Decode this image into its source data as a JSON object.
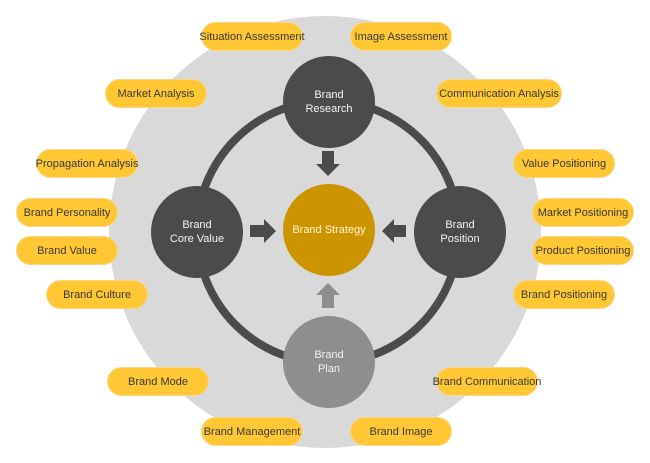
{
  "colors": {
    "background_circle": "#D9D9D9",
    "ring": "#4B4B4B",
    "dark_node": "#4B4B4B",
    "light_node": "#8E8E8E",
    "center_node": "#CC9500",
    "pill": "#FFC734",
    "arrow_dark": "#4B4B4B",
    "arrow_light": "#8E8E8E"
  },
  "center": {
    "label": "Brand Strategy",
    "icon": "circle"
  },
  "nodes": {
    "top": {
      "label": "Brand\nResearch"
    },
    "left": {
      "label": "Brand\nCore Value"
    },
    "right": {
      "label": "Brand\nPosition"
    },
    "bottom": {
      "label": "Brand\nPlan"
    }
  },
  "arrows": [
    "down-arrow-icon",
    "right-arrow-icon",
    "left-arrow-icon",
    "up-arrow-icon"
  ],
  "pills": [
    {
      "label": "Situation Assessment",
      "group": "research"
    },
    {
      "label": "Image Assessment",
      "group": "research"
    },
    {
      "label": "Market Analysis",
      "group": "research"
    },
    {
      "label": "Communication Analysis",
      "group": "research"
    },
    {
      "label": "Propagation Analysis",
      "group": "core-value"
    },
    {
      "label": "Value Positioning",
      "group": "position"
    },
    {
      "label": "Brand Personality",
      "group": "core-value"
    },
    {
      "label": "Market Positioning",
      "group": "position"
    },
    {
      "label": "Brand Value",
      "group": "core-value"
    },
    {
      "label": "Product Positioning",
      "group": "position"
    },
    {
      "label": "Brand Culture",
      "group": "core-value"
    },
    {
      "label": "Brand Positioning",
      "group": "position"
    },
    {
      "label": "Brand Mode",
      "group": "plan"
    },
    {
      "label": "Brand Communication",
      "group": "plan"
    },
    {
      "label": "Brand Management",
      "group": "plan"
    },
    {
      "label": "Brand Image",
      "group": "plan"
    }
  ]
}
